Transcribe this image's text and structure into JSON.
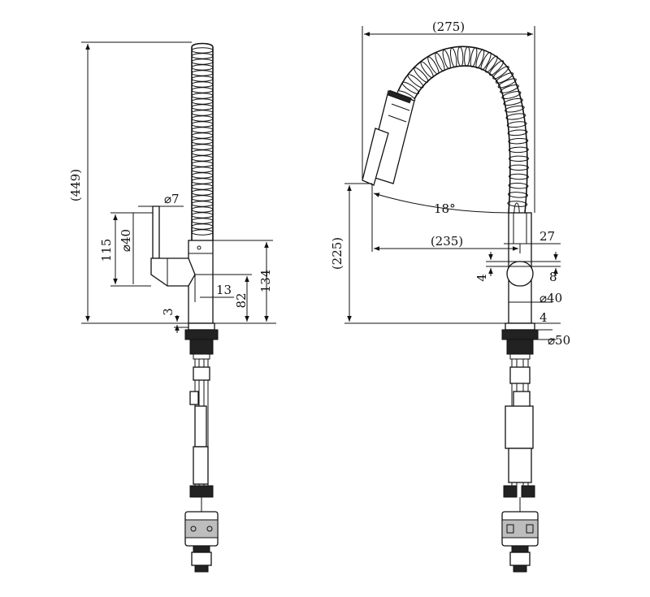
{
  "dimensions": {
    "left_view": {
      "total_height": "(449)",
      "lever_height": "115",
      "lever_diameter": "40",
      "handle_diameter": "7",
      "spout_offset": "13",
      "body_height": "134",
      "outlet_height": "82",
      "base_thickness": "3",
      "diameter_symbol": "⌀"
    },
    "right_view": {
      "total_width": "(275)",
      "spray_height": "(225)",
      "reach": "(235)",
      "angle": "18°",
      "body_offset": "27",
      "knob_offset_a": "4",
      "knob_offset_b": "8",
      "body_diameter": "40",
      "base_gap": "4",
      "base_diameter": "50",
      "diameter_symbol": "⌀"
    }
  },
  "colors": {
    "line": "#111111",
    "fill": "#ffffff",
    "shade": "#222222"
  }
}
